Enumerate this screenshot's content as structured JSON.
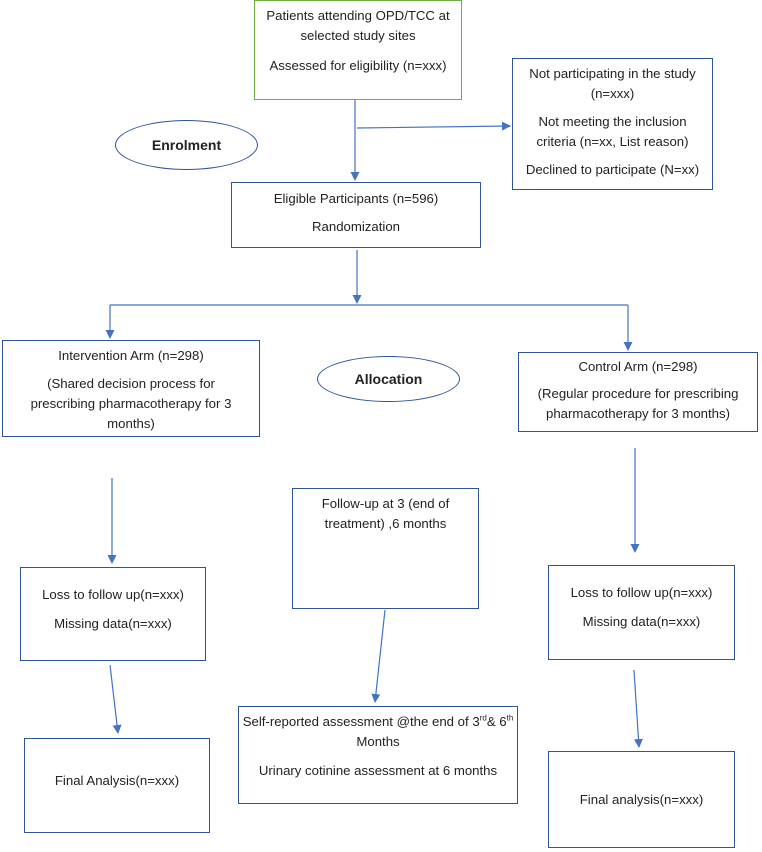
{
  "flowchart": {
    "screening": {
      "line1": "Patients attending OPD/TCC at",
      "line2": "selected study sites",
      "line3": "Assessed for eligibility (n=xxx)"
    },
    "excluded": {
      "line1": "Not participating in the study",
      "line2": "(n=xxx)",
      "line3": "Not meeting the inclusion",
      "line4": "criteria (n=xx, List reason)",
      "line5": "Declined to participate (N=xx)"
    },
    "enrolment_label": "Enrolment",
    "eligible": {
      "line1": "Eligible Participants (n=596)",
      "line2": "Randomization"
    },
    "allocation_label": "Allocation",
    "intervention": {
      "line1": "Intervention Arm (n=298)",
      "line2": "(Shared decision process for",
      "line3": "prescribing pharmacotherapy for 3",
      "line4": "months)"
    },
    "control": {
      "line1": "Control Arm (n=298)",
      "line2": "(Regular procedure for prescribing",
      "line3": "pharmacotherapy for 3 months)"
    },
    "followup": {
      "line1": "Follow-up at 3 (end of",
      "line2": "treatment) ,6 months"
    },
    "loss_left": {
      "line1": "Loss to follow up(n=xxx)",
      "line2": "Missing data(n=xxx)"
    },
    "loss_right": {
      "line1": "Loss to follow up(n=xxx)",
      "line2": "Missing data(n=xxx)"
    },
    "self_report": {
      "line1_a": "Self-reported assessment @the end of 3",
      "line1_sup1": "rd",
      "line1_b": "& 6",
      "line1_sup2": "th",
      "line2": "Months",
      "line3": "Urinary cotinine assessment at 6 months"
    },
    "final_left": "Final Analysis(n=xxx)",
    "final_right": "Final analysis(n=xxx)",
    "colors": {
      "box_border": "#2f5597",
      "screening_border": "#70ad47",
      "arrow": "#4472c4"
    }
  }
}
